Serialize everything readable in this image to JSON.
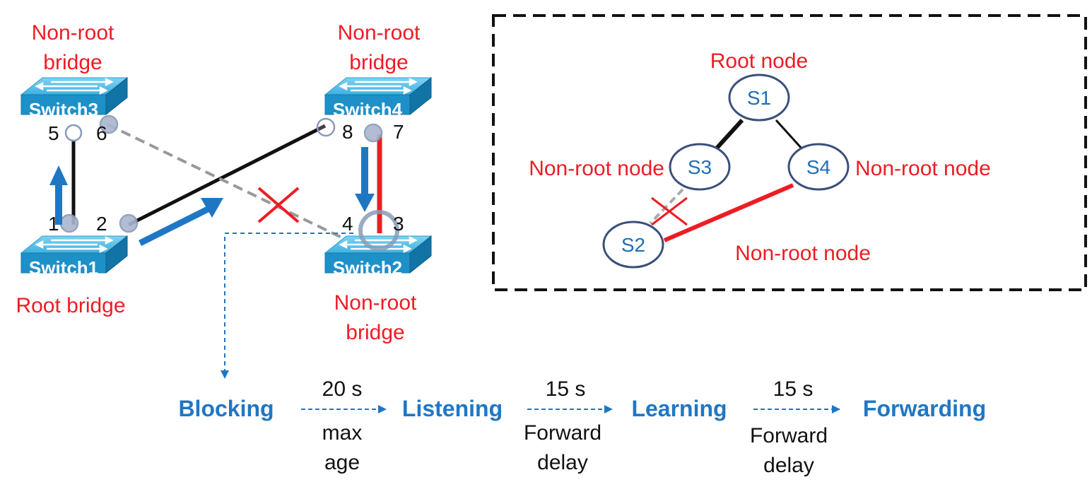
{
  "switches": {
    "switch1": {
      "name": "Switch1",
      "role": "Root bridge"
    },
    "switch2": {
      "name": "Switch2",
      "role_line1": "Non-root",
      "role_line2": "bridge"
    },
    "switch3": {
      "name": "Switch3",
      "role_line1": "Non-root",
      "role_line2": "bridge"
    },
    "switch4": {
      "name": "Switch4",
      "role_line1": "Non-root",
      "role_line2": "bridge"
    }
  },
  "ports": {
    "p1": "1",
    "p2": "2",
    "p3": "3",
    "p4": "4",
    "p5": "5",
    "p6": "6",
    "p7": "7",
    "p8": "8"
  },
  "tree": {
    "s1": "S1",
    "s2": "S2",
    "s3": "S3",
    "s4": "S4",
    "root_label": "Root node",
    "s3_label": "Non-root node",
    "s4_label": "Non-root node",
    "s2_label": "Non-root node"
  },
  "states": {
    "blocking": "Blocking",
    "listening": "Listening",
    "learning": "Learning",
    "forwarding": "Forwarding"
  },
  "transitions": {
    "t1_time": "20 s",
    "t1_line1": "max",
    "t1_line2": "age",
    "t2_time": "15 s",
    "t2_line1": "Forward",
    "t2_line2": "delay",
    "t3_time": "15 s",
    "t3_line1": "Forward",
    "t3_line2": "delay"
  },
  "colors": {
    "label_red": "#ee1c24",
    "state_blue": "#1f77c4",
    "switch_top": "#56c2ec",
    "switch_side": "#1d90c8",
    "active_link": "#111111",
    "blocked_link": "#aaaaaa",
    "new_link": "#ee1c24"
  }
}
